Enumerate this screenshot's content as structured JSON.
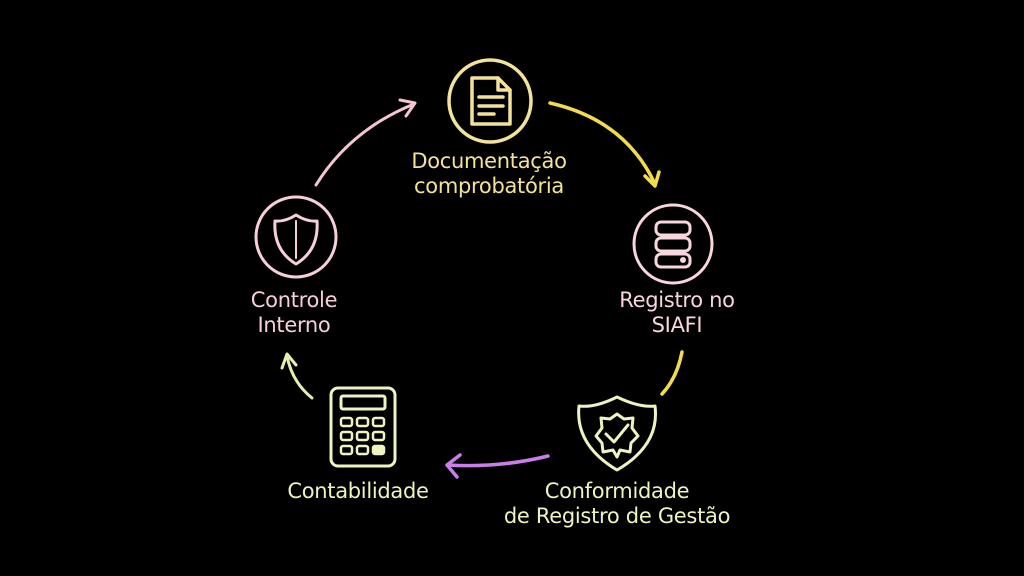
{
  "title": "Ciclo de conformidade",
  "colors": {
    "doc": "#f3e29a",
    "siafi": "#f8d6dc",
    "controle": "#f7cfd8",
    "green": "#eef3c0",
    "arrow_pink": "#f5c6d0",
    "arrow_yellow": "#f2dc4a",
    "arrow_purple": "#c97ee8",
    "arrow_green": "#e4efb0"
  },
  "nodes": {
    "doc": {
      "line1": "Documentação",
      "line2": "comprobatória",
      "icon": "document-icon"
    },
    "siafi": {
      "line1": "Registro no",
      "line2": "SIAFI",
      "icon": "database-icon"
    },
    "conformidade": {
      "line1": "Conformidade",
      "line2": "de Registro de Gestão",
      "icon": "shield-check-icon"
    },
    "contabilidade": {
      "line1": "Contabilidade",
      "icon": "calculator-icon"
    },
    "controle": {
      "line1": "Controle",
      "line2": "Interno",
      "icon": "shield-icon"
    }
  }
}
